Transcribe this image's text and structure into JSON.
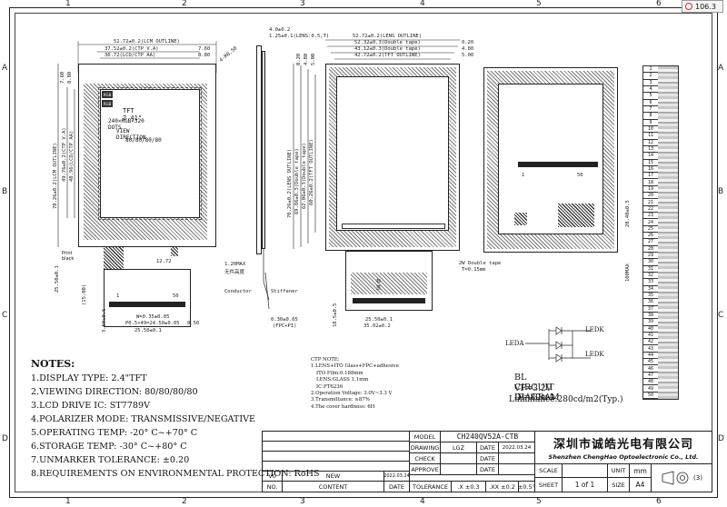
{
  "viewer": {
    "zoom_label": "106.3"
  },
  "grid": {
    "columns": [
      "1",
      "2",
      "3",
      "4",
      "5",
      "6"
    ],
    "rows": [
      "A",
      "B",
      "C",
      "D"
    ]
  },
  "front_view": {
    "dim_lcd_outline": "52.72±0.2(LCM OUTLINE)",
    "dim_ctp_va": "37.52±0.2(CTP V.A)",
    "dim_ctp_aa": "36.72(LCD/CTP AA)",
    "dim_760": "7.60",
    "dim_880": "8.80",
    "dim_4x045": "4-R0.50",
    "dim_v_lcm": "70.26±0.2(LCM OUTLINE)",
    "dim_v_ctp_va": "49.76±0.2(CTP V.A)",
    "dim_v_ctp_aa": "48.96(LCD/CTP AA)",
    "dim_760_v": "7.60",
    "dim_880_v": "8.80",
    "rgb1": "RGB",
    "rgb2": "RGB",
    "tft_line": "TFT 2.41\"",
    "res_line": "240×RGB×320 DOTS",
    "view_dir_line": "VIEW DIRECTION",
    "view_angles": "80/80/80/80",
    "print_black": "Print black",
    "dim_1272": "12.72",
    "dim_2550": "25.50±0.1",
    "dim_1500": "(15.00)",
    "dim_350": "3.50±0.5",
    "pin1": "1",
    "pin50": "50",
    "dim_w": "W=0.35±0.05",
    "dim_p": "P0.5×49=24.50±0.05",
    "dim_050": "0.50",
    "dim_2550b": "25.50±0.1"
  },
  "side_view": {
    "dim_40": "4.0±0.2",
    "dim_125": "1.25±0.1(LENS:0.5,T)",
    "dim_12max": "1.20MAX",
    "dim_12max_cn": "无件高度",
    "conductor": "Conductor",
    "stiffener": "Stiffener",
    "dim_030": "0.30±0.05",
    "dim_fpc": "(FPC+PI)"
  },
  "back_view": {
    "dim_lens": "52.72±0.2(LENS OUTLINE)",
    "dim_dtape1": "52.32±0.3(Double tape)",
    "dim_dtape2": "43.12±0.3(Double tape)",
    "dim_tft": "42.72±0.2(TFT OUTLINE)",
    "dim_020": "0.20",
    "dim_480": "4.80",
    "dim_500": "5.00",
    "dim_v_lens": "70.26±0.2(LENS OUTLINE)",
    "dim_v_dt1": "69.86±0.3(Double tape)",
    "dim_v_dt2": "62.06±0.3(Double tape)",
    "dim_v_tft": "60.26±0.2(TFT OUTLINE)",
    "dim_v_020": "0.20",
    "dim_v_480": "4.80",
    "dim_v_500": "5.00",
    "double_tape_note": "2W Double tape",
    "double_tape_t": "T=0.15mm",
    "dim_2550": "25.50±0.1",
    "dim_3502": "35.02±0.2",
    "dim_v_185": "18.5±0.5",
    "fpc_label": "标签"
  },
  "bl_view": {
    "pin1": "1",
    "pin50": "50",
    "dim_v_2840": "28.40±0.5",
    "dim_v_100": "100MAX"
  },
  "pin_table": {
    "pins": [
      "1",
      "2",
      "3",
      "4",
      "5",
      "6",
      "7",
      "8",
      "9",
      "10",
      "11",
      "12",
      "13",
      "14",
      "15",
      "16",
      "17",
      "18",
      "19",
      "20",
      "21",
      "22",
      "23",
      "24",
      "25",
      "26",
      "27",
      "28",
      "29",
      "30",
      "31",
      "32",
      "33",
      "34",
      "35",
      "36",
      "37",
      "38",
      "39",
      "40",
      "41",
      "42",
      "43",
      "44",
      "45",
      "46",
      "47",
      "48",
      "49",
      "50"
    ]
  },
  "bl_circuit": {
    "leda": "LEDA",
    "ledk1": "LEDK",
    "ledk2": "LEDK",
    "title": "BL CIRCUIT DIAGRAM",
    "vf": "VF=3.2V   IF=80mA",
    "luminance": "Luminance:280cd/m2(Typ.)"
  },
  "notes": {
    "title": "NOTES:",
    "lines": [
      "1.DISPLAY TYPE:  2.4\"TFT",
      "2.VIEWING DIRECTION: 80/80/80/80",
      "3.LCD DRIVE IC: ST7789V",
      "4.POLARIZER MODE: TRANSMISSIVE/NEGATIVE",
      "5.OPERATING TEMP: -20° C~+70° C",
      "6.STORAGE TEMP: -30° C~+80° C",
      "7.UNMARKER TOLERANCE: ±0.20",
      "8.REQUIREMENTS ON ENVIRONMENTAL PROTECTION: RoHS"
    ]
  },
  "ctp_note": {
    "title": "CTP NOTE:",
    "lines": [
      "1.LENS+ITO Glass+FPC+adhesive",
      "  ITO Film:0.188mm",
      "  LENS:GLASS 1.1mm",
      "  IC:FT6236",
      "2.Operation Voltage: 3.0V~3.3 V",
      "3.Transmittance:  ≥87%",
      "4.The cover hardness: 6H"
    ]
  },
  "title_block": {
    "model_label": "MODEL",
    "model_value": "CH240QV52A-CTB",
    "drawing_label": "DRAWING",
    "drawing_value": "LGZ",
    "date_label": "DATE",
    "date_value": "2022.03.24",
    "check_label": "CHECK",
    "approve_label": "APPROVE",
    "rev_v0": "V0",
    "rev_new": "NEW",
    "rev_date": "2022.03.24",
    "rev_no": "NO.",
    "rev_content": "CONTENT",
    "rev_date_label": "DATE",
    "tolerance_label": "TOLERANCE",
    "tol_x": ".X ±0.3",
    "tol_xx": ".XX ±0.2",
    "tol_deg": "±0.5°",
    "company_cn": "深圳市诚皓光电有限公司",
    "company_en": "Shenzhen ChengHao Optoelectronic Co., Ltd.",
    "scale_label": "SCALE",
    "sheet_label": "SHEET",
    "sheet_value": "1 of 1",
    "unit_label": "UNIT",
    "unit_value": "mm",
    "size_label": "SIZE",
    "size_value": "A4",
    "projection_note": "(3)"
  }
}
